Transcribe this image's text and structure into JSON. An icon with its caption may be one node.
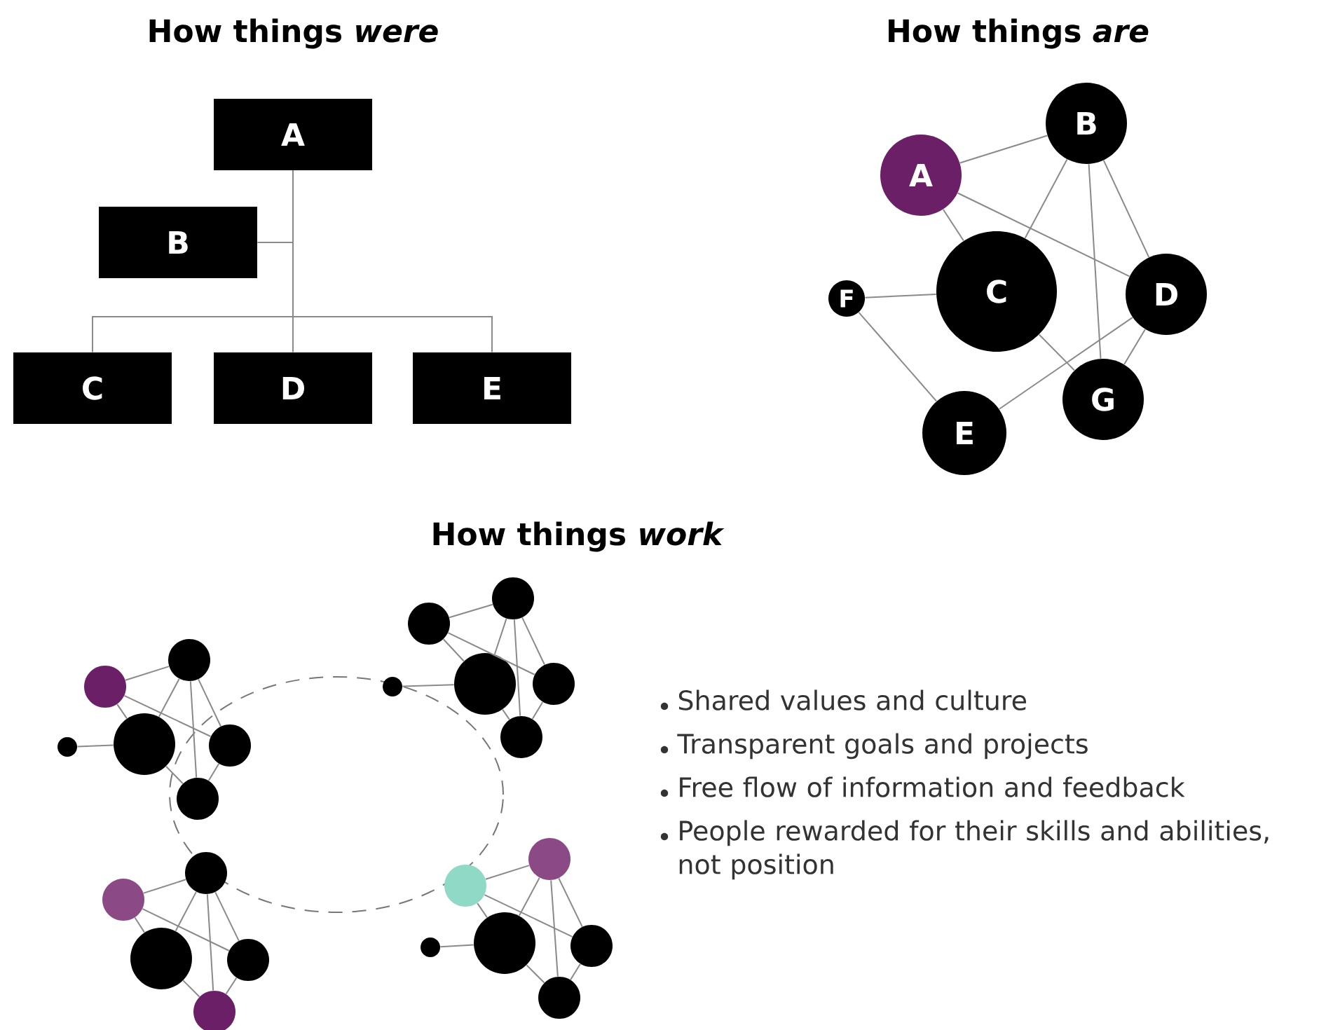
{
  "diagram": {
    "nodes": [
      {
        "text": [
          "A"
        ]
      },
      {
        "text": [
          "B"
        ]
      },
      {
        "text": [
          "C"
        ]
      },
      {
        "text": [
          "D"
        ]
      },
      {
        "text": [
          "E"
        ]
      },
      {
        "text": [
          "A"
        ]
      },
      {
        "text": [
          "B"
        ]
      },
      {
        "text": [
          "C"
        ]
      },
      {
        "text": [
          "D"
        ]
      },
      {
        "text": [
          "E"
        ]
      },
      {
        "text": [
          "F"
        ]
      },
      {
        "text": [
          "G"
        ]
      },
      {
        "text": [],
        "shape": "circle"
      },
      {
        "text": [],
        "shape": "circle"
      },
      {
        "text": [],
        "shape": "circle"
      },
      {
        "text": [],
        "shape": "circle"
      },
      {
        "text": [],
        "shape": "circle"
      },
      {
        "text": [],
        "shape": "circle"
      },
      {
        "text": [],
        "shape": "circle"
      },
      {
        "text": [],
        "shape": "circle"
      },
      {
        "text": [],
        "shape": "circle"
      },
      {
        "text": [],
        "shape": "circle"
      },
      {
        "text": [],
        "shape": "circle"
      },
      {
        "text": [],
        "shape": "circle"
      },
      {
        "text": [],
        "shape": "circle"
      },
      {
        "text": [],
        "shape": "circle"
      },
      {
        "text": [],
        "shape": "circle"
      },
      {
        "text": [],
        "shape": "circle"
      },
      {
        "text": [],
        "shape": "circle"
      },
      {
        "text": [],
        "shape": "circle"
      },
      {
        "text": [],
        "shape": "circle"
      },
      {
        "text": [],
        "shape": "circle"
      },
      {
        "text": [],
        "shape": "circle"
      },
      {
        "text": [],
        "shape": "circle"
      },
      {
        "text": [],
        "shape": "circle"
      }
    ],
    "edges": [
      {
        "from": 0,
        "to": 1,
        "arrow": "none"
      },
      {
        "from": 0,
        "to": 2,
        "arrow": "none"
      },
      {
        "from": 0,
        "to": 3,
        "arrow": "none"
      },
      {
        "from": 0,
        "to": 4,
        "arrow": "none"
      },
      {
        "from": 5,
        "to": 6,
        "arrow": "none"
      },
      {
        "from": 5,
        "to": 7,
        "arrow": "none"
      },
      {
        "from": 5,
        "to": 8,
        "arrow": "none"
      },
      {
        "from": 6,
        "to": 7,
        "arrow": "none"
      },
      {
        "from": 6,
        "to": 11,
        "arrow": "none"
      },
      {
        "from": 6,
        "to": 8,
        "arrow": "none"
      },
      {
        "from": 10,
        "to": 7,
        "arrow": "none"
      },
      {
        "from": 10,
        "to": 9,
        "arrow": "none"
      },
      {
        "from": 9,
        "to": 8,
        "arrow": "none"
      },
      {
        "from": 7,
        "to": 11,
        "arrow": "none"
      },
      {
        "from": 8,
        "to": 11,
        "arrow": "none"
      },
      {
        "from": 12,
        "to": 13,
        "arrow": "none"
      },
      {
        "from": 12,
        "to": 14,
        "arrow": "none"
      },
      {
        "from": 12,
        "to": 15,
        "arrow": "none"
      },
      {
        "from": 13,
        "to": 14,
        "arrow": "none"
      },
      {
        "from": 13,
        "to": 16,
        "arrow": "none"
      },
      {
        "from": 13,
        "to": 15,
        "arrow": "none"
      },
      {
        "from": 17,
        "to": 14,
        "arrow": "none"
      },
      {
        "from": 14,
        "to": 16,
        "arrow": "none"
      },
      {
        "from": 15,
        "to": 16,
        "arrow": "none"
      },
      {
        "from": 18,
        "to": 19,
        "arrow": "none"
      },
      {
        "from": 18,
        "to": 20,
        "arrow": "none"
      },
      {
        "from": 18,
        "to": 21,
        "arrow": "none"
      },
      {
        "from": 19,
        "to": 20,
        "arrow": "none"
      },
      {
        "from": 19,
        "to": 22,
        "arrow": "none"
      },
      {
        "from": 19,
        "to": 21,
        "arrow": "none"
      },
      {
        "from": 23,
        "to": 20,
        "arrow": "none"
      },
      {
        "from": 20,
        "to": 22,
        "arrow": "none"
      },
      {
        "from": 21,
        "to": 22,
        "arrow": "none"
      },
      {
        "from": 24,
        "to": 25,
        "arrow": "none"
      },
      {
        "from": 24,
        "to": 26,
        "arrow": "none"
      },
      {
        "from": 24,
        "to": 27,
        "arrow": "none"
      },
      {
        "from": 25,
        "to": 26,
        "arrow": "none"
      },
      {
        "from": 25,
        "to": 28,
        "arrow": "none"
      },
      {
        "from": 25,
        "to": 27,
        "arrow": "none"
      },
      {
        "from": 26,
        "to": 28,
        "arrow": "none"
      },
      {
        "from": 27,
        "to": 28,
        "arrow": "none"
      },
      {
        "from": 29,
        "to": 30,
        "arrow": "none"
      },
      {
        "from": 29,
        "to": 31,
        "arrow": "none"
      },
      {
        "from": 29,
        "to": 32,
        "arrow": "none"
      },
      {
        "from": 30,
        "to": 31,
        "arrow": "none"
      },
      {
        "from": 30,
        "to": 33,
        "arrow": "none"
      },
      {
        "from": 30,
        "to": 32,
        "arrow": "none"
      },
      {
        "from": 34,
        "to": 31,
        "arrow": "none"
      },
      {
        "from": 31,
        "to": 33,
        "arrow": "none"
      },
      {
        "from": 32,
        "to": 33,
        "arrow": "none"
      }
    ],
    "labels": [
      "How things *were*",
      "How things *are*",
      "How things *work*",
      "Shared values and culture",
      "Transparent goals and projects",
      "Free flow of information and  feedback",
      "People rewarded for their skills and abilities, not position"
    ]
  }
}
